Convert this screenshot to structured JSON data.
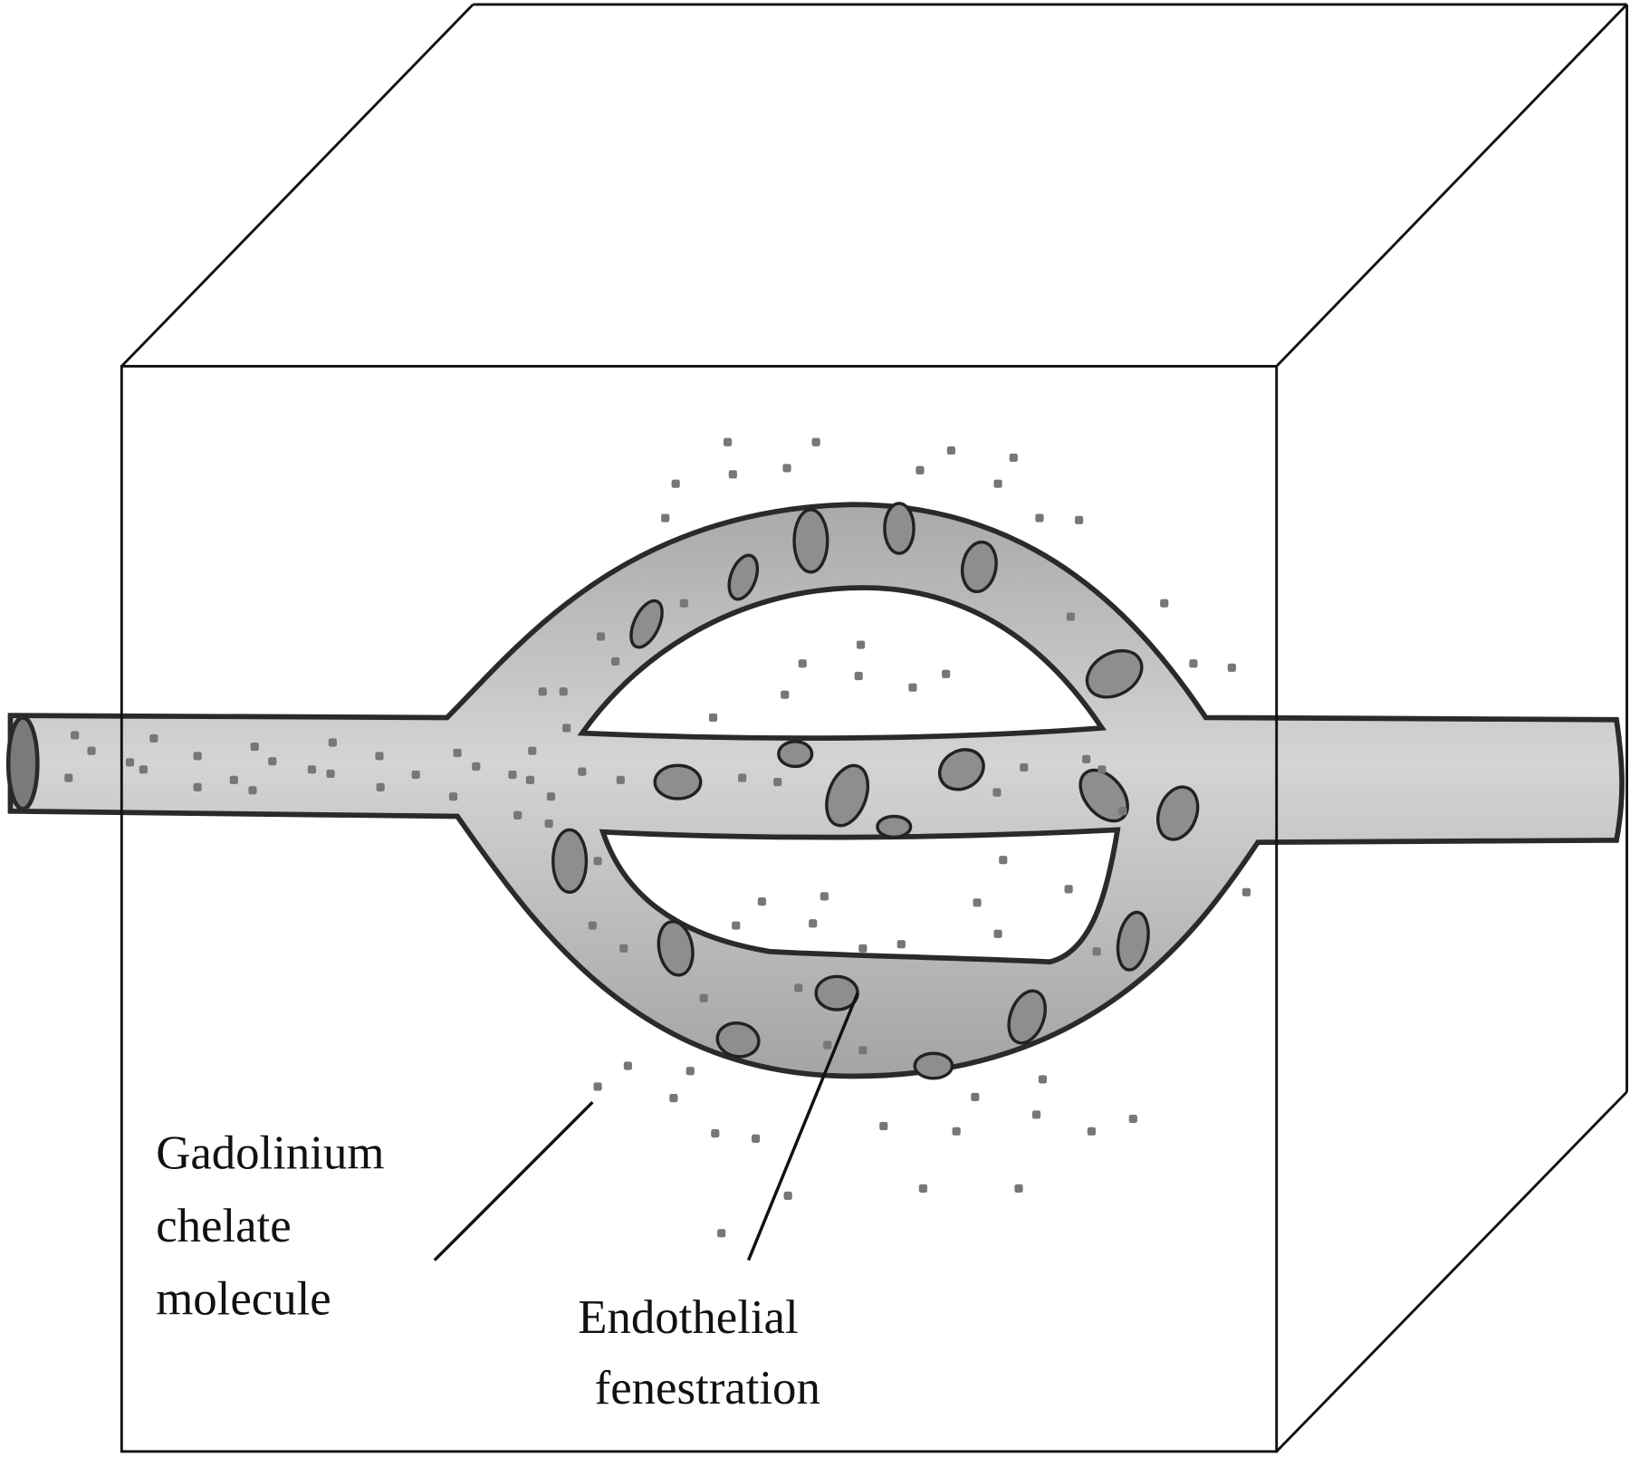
{
  "labels": {
    "gadolinium": [
      "Gadolinium",
      "chelate",
      "molecule"
    ],
    "fenestration": [
      "Endothelial",
      "fenestration"
    ]
  },
  "colors": {
    "vessel_fill": "#bdbdbd",
    "vessel_stroke": "#2a2a2a",
    "cell_fill": "#8e8e8e",
    "dot": "#777777"
  }
}
